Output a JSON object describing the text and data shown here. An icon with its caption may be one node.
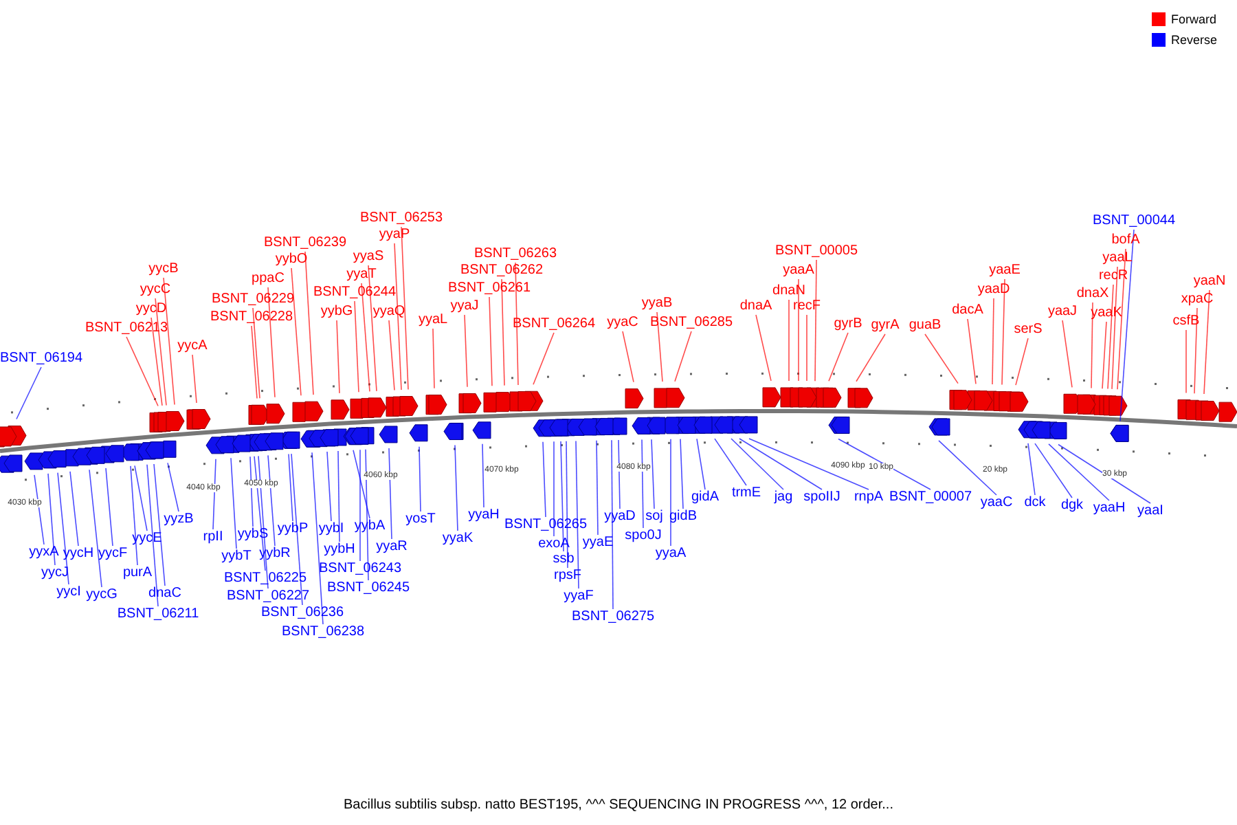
{
  "diagram": {
    "caption": "Bacillus subtilis subsp. natto BEST195, ^^^ SEQUENCING IN PROGRESS ^^^, 12 order...",
    "nodes": [
      {
        "text": [
          "BSNT_06194"
        ]
      },
      {
        "text": [
          "BSNT_06213"
        ]
      },
      {
        "text": [
          "yycD"
        ]
      },
      {
        "text": [
          "yycC"
        ]
      },
      {
        "text": [
          "yycB"
        ]
      },
      {
        "text": [
          "yycA"
        ]
      },
      {
        "text": [
          "BSNT_06228"
        ]
      },
      {
        "text": [
          "BSNT_06229"
        ]
      },
      {
        "text": [
          "ppaC"
        ]
      },
      {
        "text": [
          "yybO"
        ]
      },
      {
        "text": [
          "BSNT_06239"
        ]
      },
      {
        "text": [
          "yybG"
        ]
      },
      {
        "text": [
          "BSNT_06244"
        ]
      },
      {
        "text": [
          "yyaT"
        ]
      },
      {
        "text": [
          "yyaS"
        ]
      },
      {
        "text": [
          "yyaQ"
        ]
      },
      {
        "text": [
          "yyaP"
        ]
      },
      {
        "text": [
          "BSNT_06253"
        ]
      },
      {
        "text": [
          "yyaL"
        ]
      },
      {
        "text": [
          "yyaJ"
        ]
      },
      {
        "text": [
          "BSNT_06261"
        ]
      },
      {
        "text": [
          "BSNT_06262"
        ]
      },
      {
        "text": [
          "BSNT_06263"
        ]
      },
      {
        "text": [
          "BSNT_06264"
        ]
      },
      {
        "text": [
          "yyaC"
        ]
      },
      {
        "text": [
          "yyaB"
        ]
      },
      {
        "text": [
          "BSNT_06285"
        ]
      },
      {
        "text": [
          "dnaA"
        ]
      },
      {
        "text": [
          "dnaN"
        ]
      },
      {
        "text": [
          "yaaA"
        ]
      },
      {
        "text": [
          "BSNT_00005"
        ]
      },
      {
        "text": [
          "recF"
        ]
      },
      {
        "text": [
          "gyrB"
        ]
      },
      {
        "text": [
          "gyrA"
        ]
      },
      {
        "text": [
          "guaB"
        ]
      },
      {
        "text": [
          "dacA"
        ]
      },
      {
        "text": [
          "yaaD"
        ]
      },
      {
        "text": [
          "yaaE"
        ]
      },
      {
        "text": [
          "serS"
        ]
      },
      {
        "text": [
          "yaaJ"
        ]
      },
      {
        "text": [
          "dnaX"
        ]
      },
      {
        "text": [
          "yaaK"
        ]
      },
      {
        "text": [
          "recR"
        ]
      },
      {
        "text": [
          "yaaL"
        ]
      },
      {
        "text": [
          "bofA"
        ]
      },
      {
        "text": [
          "BSNT_00044"
        ]
      },
      {
        "text": [
          "csfB"
        ]
      },
      {
        "text": [
          "xpaC"
        ]
      },
      {
        "text": [
          "yaaN"
        ]
      },
      {
        "text": [
          "yyzB"
        ]
      },
      {
        "text": [
          "yyxA"
        ]
      },
      {
        "text": [
          "yycH"
        ]
      },
      {
        "text": [
          "yycF"
        ]
      },
      {
        "text": [
          "yycJ"
        ]
      },
      {
        "text": [
          "yycI"
        ]
      },
      {
        "text": [
          "yycG"
        ]
      },
      {
        "text": [
          "yycE"
        ]
      },
      {
        "text": [
          "purA"
        ]
      },
      {
        "text": [
          "dnaC"
        ]
      },
      {
        "text": [
          "BSNT_06211"
        ]
      },
      {
        "text": [
          "rpII"
        ]
      },
      {
        "text": [
          "yybS"
        ]
      },
      {
        "text": [
          "yybT"
        ]
      },
      {
        "text": [
          "yybR"
        ]
      },
      {
        "text": [
          "BSNT_06225"
        ]
      },
      {
        "text": [
          "BSNT_06227"
        ]
      },
      {
        "text": [
          "yybP"
        ]
      },
      {
        "text": [
          "BSNT_06236"
        ]
      },
      {
        "text": [
          "BSNT_06238"
        ]
      },
      {
        "text": [
          "yybI"
        ]
      },
      {
        "text": [
          "yybH"
        ]
      },
      {
        "text": [
          "yybA"
        ]
      },
      {
        "text": [
          "BSNT_06243"
        ]
      },
      {
        "text": [
          "BSNT_06245"
        ]
      },
      {
        "text": [
          "yyaR"
        ]
      },
      {
        "text": [
          "yosT"
        ]
      },
      {
        "text": [
          "yyaK"
        ]
      },
      {
        "text": [
          "yyaH"
        ]
      },
      {
        "text": [
          "BSNT_06265"
        ]
      },
      {
        "text": [
          "exoA"
        ]
      },
      {
        "text": [
          "ssb"
        ]
      },
      {
        "text": [
          "rpsF"
        ]
      },
      {
        "text": [
          "yyaF"
        ]
      },
      {
        "text": [
          "yyaE"
        ]
      },
      {
        "text": [
          "BSNT_06275"
        ]
      },
      {
        "text": [
          "yyaD"
        ]
      },
      {
        "text": [
          "soj"
        ]
      },
      {
        "text": [
          "spo0J"
        ]
      },
      {
        "text": [
          "gidB"
        ]
      },
      {
        "text": [
          "yyaA"
        ]
      },
      {
        "text": [
          "gidA"
        ]
      },
      {
        "text": [
          "trmE"
        ]
      },
      {
        "text": [
          "jag"
        ]
      },
      {
        "text": [
          "spoIIJ"
        ]
      },
      {
        "text": [
          "rnpA"
        ]
      },
      {
        "text": [
          "BSNT_00007"
        ]
      },
      {
        "text": [
          "yaaC"
        ]
      },
      {
        "text": [
          "dck"
        ]
      },
      {
        "text": [
          "dgk"
        ]
      },
      {
        "text": [
          "yaaH"
        ]
      },
      {
        "text": [
          "yaaI"
        ]
      }
    ],
    "edges": [
      {
        "from": 0,
        "to": null,
        "arrow": "none"
      },
      {
        "from": 1,
        "to": null,
        "arrow": "none",
        "color": "#ff0000"
      },
      {
        "from": 2,
        "to": null,
        "arrow": "none",
        "color": "#ff0000"
      },
      {
        "from": 3,
        "to": null,
        "arrow": "none",
        "color": "#ff0000"
      },
      {
        "from": 4,
        "to": null,
        "arrow": "none",
        "color": "#ff0000"
      },
      {
        "from": 5,
        "to": null,
        "arrow": "none",
        "color": "#ff0000"
      },
      {
        "from": 6,
        "to": null,
        "arrow": "none",
        "color": "#ff0000"
      },
      {
        "from": 7,
        "to": null,
        "arrow": "none",
        "color": "#ff0000"
      },
      {
        "from": 8,
        "to": null,
        "arrow": "none",
        "color": "#ff0000"
      },
      {
        "from": 9,
        "to": null,
        "arrow": "none",
        "color": "#ff0000"
      },
      {
        "from": 10,
        "to": null,
        "arrow": "none",
        "color": "#ff0000"
      },
      {
        "from": 11,
        "to": null,
        "arrow": "none",
        "color": "#ff0000"
      },
      {
        "from": 12,
        "to": null,
        "arrow": "none",
        "color": "#ff0000"
      },
      {
        "from": 13,
        "to": null,
        "arrow": "none",
        "color": "#ff0000"
      },
      {
        "from": 14,
        "to": null,
        "arrow": "none",
        "color": "#ff0000"
      },
      {
        "from": 15,
        "to": null,
        "arrow": "none",
        "color": "#ff0000"
      },
      {
        "from": 16,
        "to": null,
        "arrow": "none",
        "color": "#ff0000"
      },
      {
        "from": 17,
        "to": null,
        "arrow": "none",
        "color": "#ff0000"
      },
      {
        "from": 18,
        "to": null,
        "arrow": "none",
        "color": "#ff0000"
      },
      {
        "from": 19,
        "to": null,
        "arrow": "none",
        "color": "#ff0000"
      },
      {
        "from": 20,
        "to": null,
        "arrow": "none",
        "color": "#ff0000"
      },
      {
        "from": 21,
        "to": null,
        "arrow": "none",
        "color": "#ff0000"
      },
      {
        "from": 22,
        "to": null,
        "arrow": "none",
        "color": "#ff0000"
      },
      {
        "from": 23,
        "to": null,
        "arrow": "none",
        "color": "#ff0000"
      },
      {
        "from": 24,
        "to": null,
        "arrow": "none",
        "color": "#ff0000"
      },
      {
        "from": 25,
        "to": null,
        "arrow": "none",
        "color": "#ff0000"
      },
      {
        "from": 26,
        "to": null,
        "arrow": "none",
        "color": "#ff0000"
      },
      {
        "from": 27,
        "to": null,
        "arrow": "none",
        "color": "#ff0000"
      },
      {
        "from": 28,
        "to": null,
        "arrow": "none",
        "color": "#ff0000"
      },
      {
        "from": 29,
        "to": null,
        "arrow": "none",
        "color": "#ff0000"
      },
      {
        "from": 30,
        "to": null,
        "arrow": "none",
        "color": "#ff0000"
      },
      {
        "from": 31,
        "to": null,
        "arrow": "none",
        "color": "#ff0000"
      },
      {
        "from": 32,
        "to": null,
        "arrow": "none",
        "color": "#ff0000"
      },
      {
        "from": 33,
        "to": null,
        "arrow": "none",
        "color": "#ff0000"
      },
      {
        "from": 34,
        "to": null,
        "arrow": "none",
        "color": "#ff0000"
      },
      {
        "from": 35,
        "to": null,
        "arrow": "none",
        "color": "#ff0000"
      },
      {
        "from": 36,
        "to": null,
        "arrow": "none",
        "color": "#ff0000"
      },
      {
        "from": 37,
        "to": null,
        "arrow": "none",
        "color": "#ff0000"
      },
      {
        "from": 38,
        "to": null,
        "arrow": "none",
        "color": "#ff0000"
      },
      {
        "from": 39,
        "to": null,
        "arrow": "none",
        "color": "#ff0000"
      },
      {
        "from": 40,
        "to": null,
        "arrow": "none",
        "color": "#ff0000"
      },
      {
        "from": 41,
        "to": null,
        "arrow": "none",
        "color": "#ff0000"
      },
      {
        "from": 42,
        "to": null,
        "arrow": "none",
        "color": "#ff0000"
      },
      {
        "from": 43,
        "to": null,
        "arrow": "none",
        "color": "#ff0000"
      },
      {
        "from": 44,
        "to": null,
        "arrow": "none",
        "color": "#ff0000"
      },
      {
        "from": 45,
        "to": null,
        "arrow": "none"
      },
      {
        "from": 46,
        "to": null,
        "arrow": "none",
        "color": "#ff0000"
      },
      {
        "from": 47,
        "to": null,
        "arrow": "none",
        "color": "#ff0000"
      },
      {
        "from": 48,
        "to": null,
        "arrow": "none",
        "color": "#ff0000"
      },
      {
        "from": 49,
        "to": null,
        "arrow": "none"
      },
      {
        "from": 50,
        "to": null,
        "arrow": "none"
      },
      {
        "from": 51,
        "to": null,
        "arrow": "none"
      },
      {
        "from": 52,
        "to": null,
        "arrow": "none"
      },
      {
        "from": 53,
        "to": null,
        "arrow": "none"
      },
      {
        "from": 54,
        "to": null,
        "arrow": "none"
      },
      {
        "from": 55,
        "to": null,
        "arrow": "none"
      },
      {
        "from": 56,
        "to": null,
        "arrow": "none"
      },
      {
        "from": 57,
        "to": null,
        "arrow": "none"
      },
      {
        "from": 58,
        "to": null,
        "arrow": "none"
      },
      {
        "from": 59,
        "to": null,
        "arrow": "none"
      },
      {
        "from": 60,
        "to": null,
        "arrow": "none"
      },
      {
        "from": 61,
        "to": null,
        "arrow": "none"
      },
      {
        "from": 62,
        "to": null,
        "arrow": "none"
      },
      {
        "from": 63,
        "to": null,
        "arrow": "none"
      },
      {
        "from": 64,
        "to": null,
        "arrow": "none"
      },
      {
        "from": 65,
        "to": null,
        "arrow": "none"
      },
      {
        "from": 66,
        "to": null,
        "arrow": "none"
      },
      {
        "from": 67,
        "to": null,
        "arrow": "none"
      },
      {
        "from": 68,
        "to": null,
        "arrow": "none"
      },
      {
        "from": 69,
        "to": null,
        "arrow": "none"
      },
      {
        "from": 70,
        "to": null,
        "arrow": "none"
      },
      {
        "from": 71,
        "to": null,
        "arrow": "none"
      },
      {
        "from": 72,
        "to": null,
        "arrow": "none"
      },
      {
        "from": 73,
        "to": null,
        "arrow": "none"
      },
      {
        "from": 74,
        "to": null,
        "arrow": "none"
      },
      {
        "from": 75,
        "to": null,
        "arrow": "none"
      },
      {
        "from": 76,
        "to": null,
        "arrow": "none"
      },
      {
        "from": 77,
        "to": null,
        "arrow": "none"
      },
      {
        "from": 78,
        "to": null,
        "arrow": "none"
      },
      {
        "from": 79,
        "to": null,
        "arrow": "none"
      },
      {
        "from": 80,
        "to": null,
        "arrow": "none"
      },
      {
        "from": 81,
        "to": null,
        "arrow": "none"
      },
      {
        "from": 82,
        "to": null,
        "arrow": "none"
      },
      {
        "from": 83,
        "to": null,
        "arrow": "none"
      },
      {
        "from": 84,
        "to": null,
        "arrow": "none"
      },
      {
        "from": 85,
        "to": null,
        "arrow": "none"
      },
      {
        "from": 86,
        "to": null,
        "arrow": "none"
      },
      {
        "from": 87,
        "to": null,
        "arrow": "none"
      },
      {
        "from": 88,
        "to": null,
        "arrow": "none"
      },
      {
        "from": 89,
        "to": null,
        "arrow": "none"
      },
      {
        "from": 90,
        "to": null,
        "arrow": "none"
      },
      {
        "from": 91,
        "to": null,
        "arrow": "none"
      },
      {
        "from": 92,
        "to": null,
        "arrow": "none"
      },
      {
        "from": 93,
        "to": null,
        "arrow": "none"
      },
      {
        "from": 94,
        "to": null,
        "arrow": "none"
      },
      {
        "from": 95,
        "to": null,
        "arrow": "none"
      },
      {
        "from": 96,
        "to": null,
        "arrow": "none"
      },
      {
        "from": 97,
        "to": null,
        "arrow": "none"
      },
      {
        "from": 98,
        "to": null,
        "arrow": "none"
      },
      {
        "from": 99,
        "to": null,
        "arrow": "none"
      },
      {
        "from": 100,
        "to": null,
        "arrow": "none"
      }
    ],
    "labels": [
      "4030 kbp",
      "4040 kbp",
      "4050 kbp",
      "4060 kbp",
      "4070 kbp",
      "4080 kbp",
      "4090 kbp",
      "10 kbp",
      "20 kbp",
      "30 kbp"
    ],
    "legend": [
      {
        "text": "Forward",
        "color": "#ff0000"
      },
      {
        "text": "Reverse",
        "color": "#0000ff"
      }
    ]
  }
}
